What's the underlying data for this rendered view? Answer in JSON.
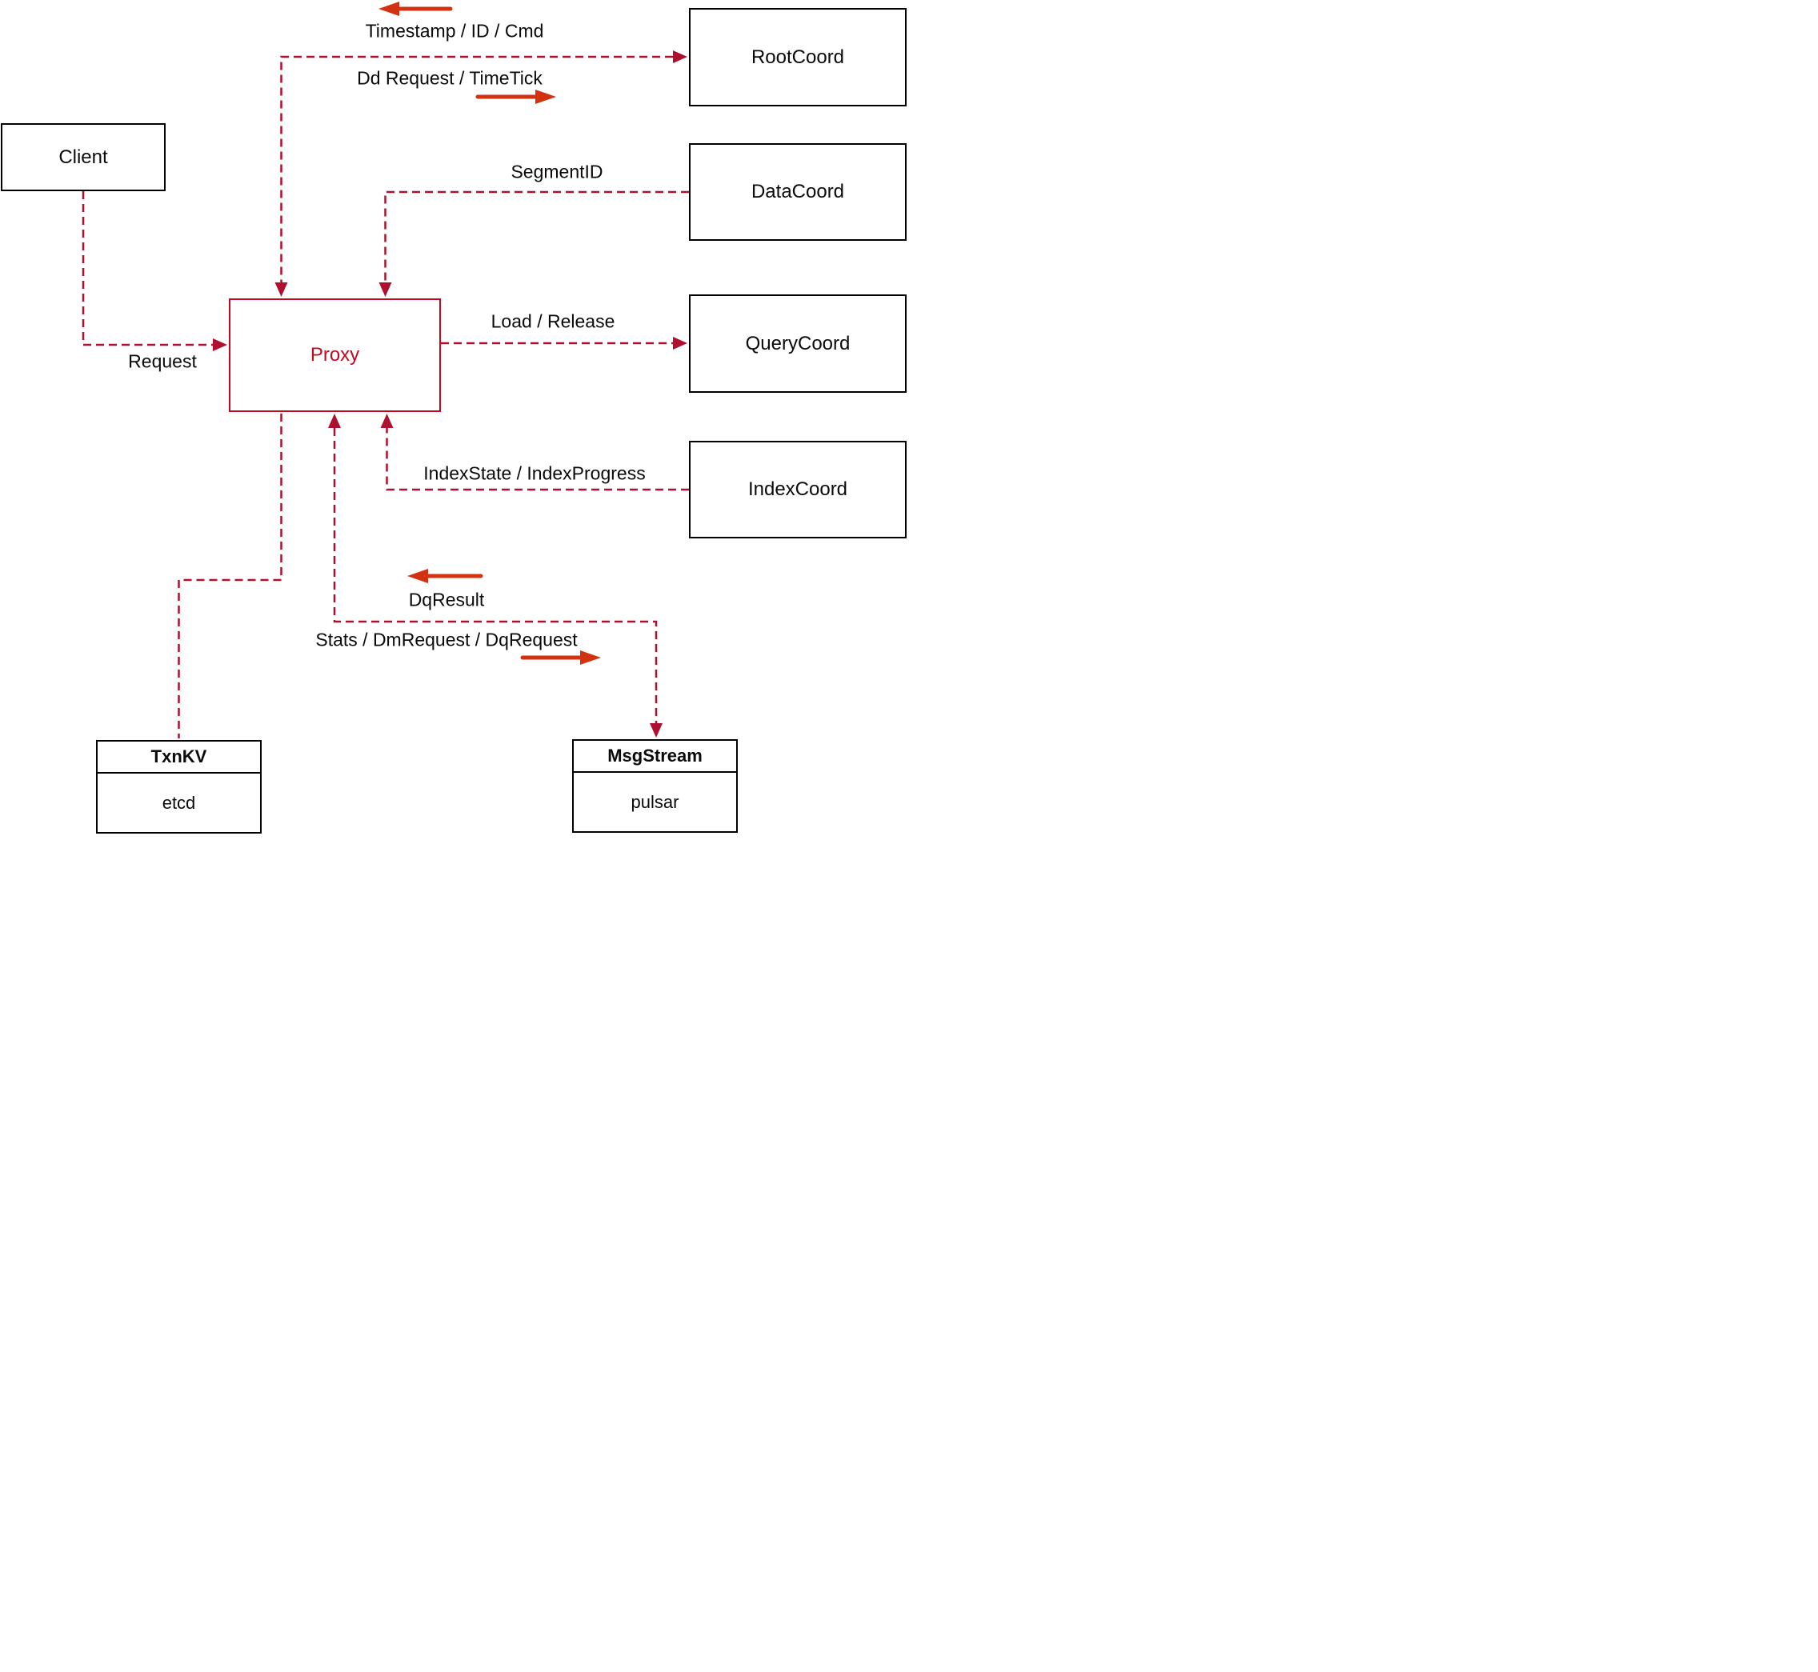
{
  "nodes": {
    "client": {
      "label": "Client"
    },
    "root_coord": {
      "label": "RootCoord"
    },
    "data_coord": {
      "label": "DataCoord"
    },
    "query_coord": {
      "label": "QueryCoord"
    },
    "index_coord": {
      "label": "IndexCoord"
    },
    "proxy": {
      "label": "Proxy"
    },
    "txn_kv": {
      "title": "TxnKV",
      "subtitle": "etcd"
    },
    "msg_stream": {
      "title": "MsgStream",
      "subtitle": "pulsar"
    }
  },
  "edges": {
    "request": {
      "label": "Request"
    },
    "timestamp": {
      "label": "Timestamp / ID / Cmd"
    },
    "dd_request": {
      "label": "Dd Request / TimeTick"
    },
    "segment_id": {
      "label": "SegmentID"
    },
    "load_release": {
      "label": "Load / Release"
    },
    "index_state": {
      "label": "IndexState / IndexProgress"
    },
    "dq_result": {
      "label": "DqResult"
    },
    "stats": {
      "label": "Stats / DmRequest / DqRequest"
    }
  },
  "colors": {
    "line": "#b0102f",
    "arrow": "#d23210",
    "proxy": "#bf0a21",
    "box_border": "#000000",
    "text": "#0a0a0a",
    "bg": "#ffffff"
  }
}
